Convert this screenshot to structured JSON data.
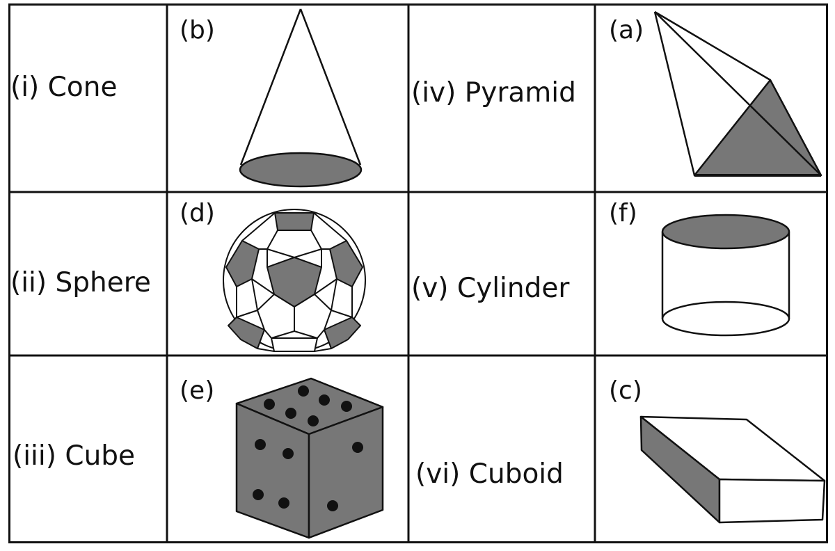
{
  "colors": {
    "shade": "#777777",
    "stroke": "#111111",
    "background": "#ffffff"
  },
  "rows": [
    {
      "name": "(i) Cone",
      "picture_tag": "(b)",
      "solid": "(iv) Pyramid",
      "solid_tag": "(a)"
    },
    {
      "name": "(ii) Sphere",
      "picture_tag": "(d)",
      "solid": "(v) Cylinder",
      "solid_tag": "(f)"
    },
    {
      "name": "(iii) Cube",
      "picture_tag": "(e)",
      "solid": "(vi) Cuboid",
      "solid_tag": "(c)"
    }
  ],
  "icons": [
    "cone-icon",
    "pyramid-icon",
    "football-icon",
    "cylinder-icon",
    "dice-icon",
    "cuboid-icon"
  ]
}
